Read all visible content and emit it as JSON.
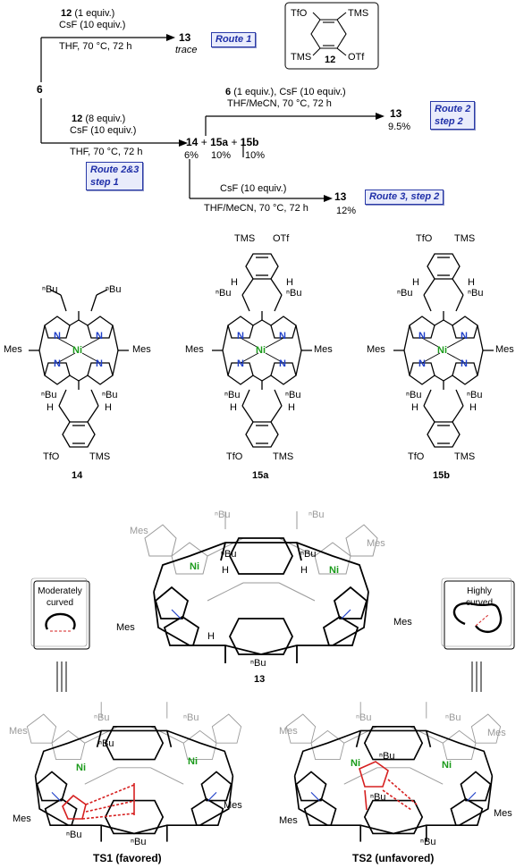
{
  "scheme": {
    "start": "6",
    "route1": {
      "reagent": "12",
      "reagent_amt": "(1 equiv.)",
      "base": "CsF (10 equiv.)",
      "cond": "THF, 70 °C, 72 h",
      "product": "13",
      "yield": "trace",
      "label": "Route 1"
    },
    "step1": {
      "reagent": "12",
      "reagent_amt": "(8 equiv.)",
      "base": "CsF (10 equiv.)",
      "cond": "THF, 70 °C, 72 h",
      "label1": "Route 2&3",
      "label2": "step 1"
    },
    "products": {
      "p14": "14",
      "p15a": "15a",
      "p15b": "15b",
      "y14": "6%",
      "y15a": "10%",
      "y15b": "10%",
      "plus": "+"
    },
    "route2": {
      "reagent": "6",
      "reagent_amt": "(1 equiv.), CsF (10 equiv.)",
      "cond": "THF/MeCN, 70 °C, 72 h",
      "product": "13",
      "yield": "9.5%",
      "label1": "Route 2",
      "label2": "step 2"
    },
    "route3": {
      "base": "CsF (10 equiv.)",
      "cond": "THF/MeCN, 70 °C, 72 h",
      "product": "13",
      "yield": "12%",
      "label": "Route 3, step 2"
    },
    "reagent_box": {
      "tfo": "TfO",
      "tms": "TMS",
      "otf": "OTf",
      "tms2": "TMS",
      "num": "12"
    }
  },
  "structures": {
    "s14": {
      "label": "14",
      "nbu": "ⁿBu",
      "mes": "Mes",
      "ni": "Ni",
      "n": "N",
      "h": "H",
      "tfo": "TfO",
      "tms": "TMS"
    },
    "s15a": {
      "label": "15a",
      "tms": "TMS",
      "otf": "OTf",
      "tfo": "TfO"
    },
    "s15b": {
      "label": "15b",
      "tfo": "TfO",
      "tms": "TMS"
    }
  },
  "cage": {
    "label": "13",
    "ni": "Ni",
    "mes": "Mes",
    "nbu": "ⁿBu",
    "h": "H"
  },
  "curve": {
    "moderate1": "Moderately",
    "moderate2": "curved",
    "high1": "Highly",
    "high2": "curved"
  },
  "ts": {
    "ts1": "TS1 (favored)",
    "ts2": "TS2 (unfavored)"
  },
  "colors": {
    "ni": "#1a9a1a",
    "n": "#1f3fc8",
    "route_border": "#2a3aa8",
    "route_bg": "#e9ecfb",
    "ts_red": "#d62020",
    "grey": "#9a9a9a"
  }
}
